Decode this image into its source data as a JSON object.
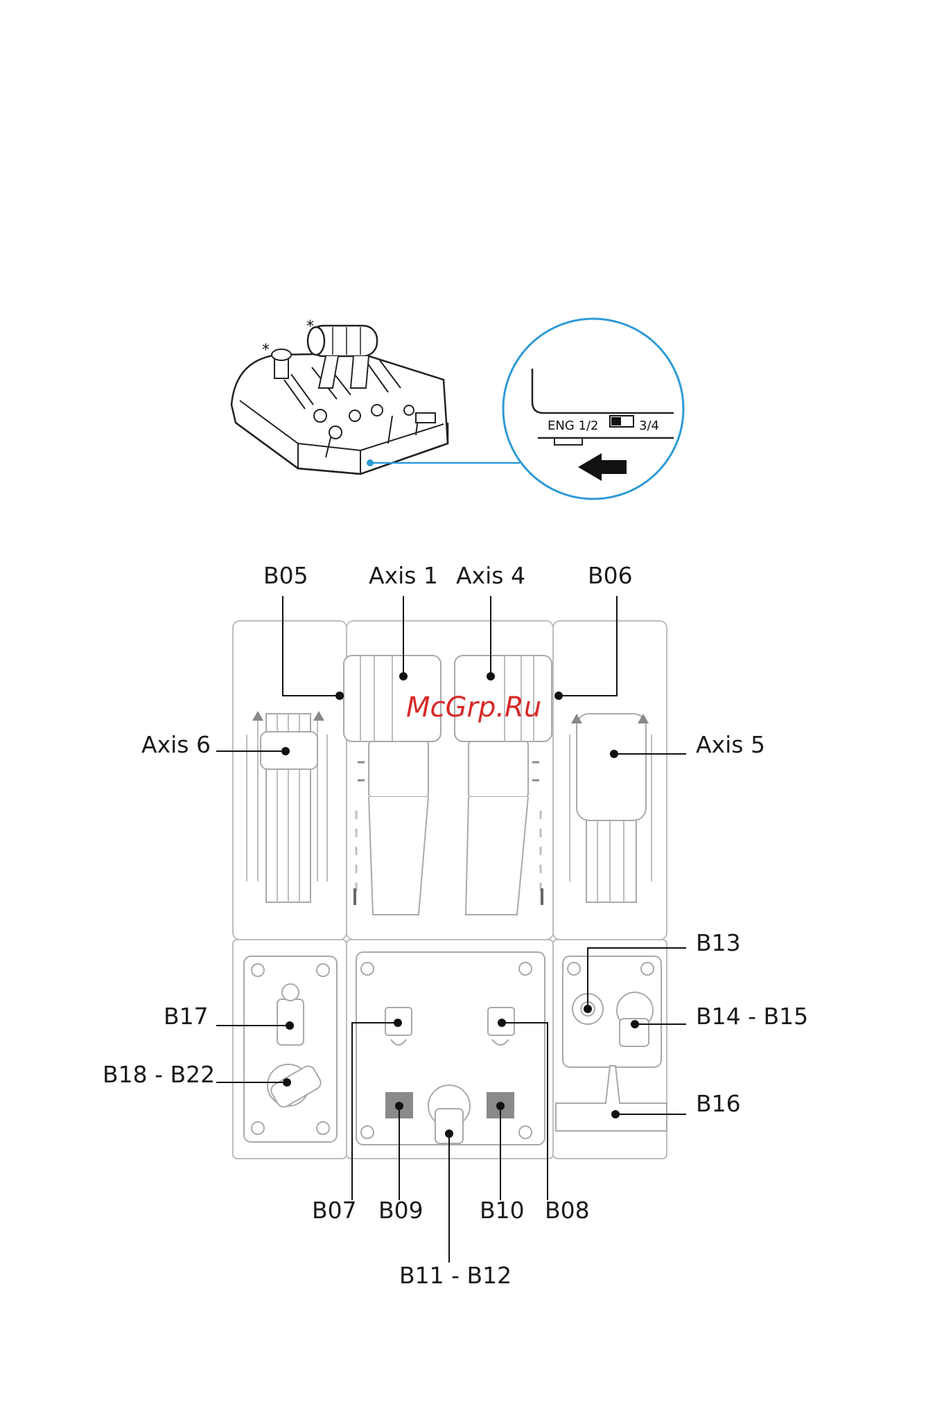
{
  "watermark": "McGrp.Ru",
  "inset": {
    "asterisk_1": "*",
    "asterisk_2": "*",
    "switch_left": "ENG 1/2",
    "switch_right": "3/4"
  },
  "callouts": {
    "b05": "B05",
    "axis1": "Axis 1",
    "axis4": "Axis 4",
    "b06": "B06",
    "axis6": "Axis 6",
    "axis5": "Axis 5",
    "b13": "B13",
    "b14_b15": "B14 - B15",
    "b16": "B16",
    "b17": "B17",
    "b18_b22": "B18 - B22",
    "b07": "B07",
    "b09": "B09",
    "b10": "B10",
    "b08": "B08",
    "b11_b12": "B11 - B12"
  },
  "colors": {
    "accent_blue": "#2d9ad6",
    "watermark_red": "#d62a2a",
    "button_gray": "#8a8a8a"
  }
}
